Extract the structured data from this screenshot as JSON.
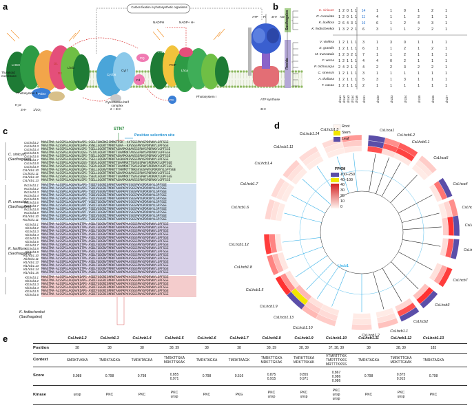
{
  "panels": {
    "a": "a",
    "b": "b",
    "c": "c",
    "d": "d",
    "e": "e"
  },
  "panel_a": {
    "top_box": "Carbon fixation in photosynthetic organisms",
    "labels": {
      "thylakoid": "Thylakoid membrane",
      "ps2": "Photosystem II",
      "cytb6f": "Cytochrome b6/f complex",
      "ps1": "Photosystem I",
      "atp_synthase": "ATP synthase",
      "nadph": "NADPH",
      "nadp": "NADP+ H+",
      "atp": "ATP",
      "pi": "Pi",
      "h_plus": "3H+",
      "adp": "ADP",
      "water": "H₂O",
      "o2": "1/2O₂",
      "twoh": "2H+",
      "twoh2": "2 + 2H+",
      "threeh": "3H+",
      "fnr": "FNR",
      "pc": "PC",
      "pq": "PQ",
      "psbo": "PsbO",
      "lhcb": "Lhcb",
      "lhca": "Lhca",
      "cytb6": "Cyt b6",
      "cytf": "Cyt f",
      "lhcii": "LHCII",
      "fd": "Fd",
      "petf": "PetF",
      "d1": "D1",
      "d2": "D2"
    }
  },
  "panel_b": {
    "groups": [
      "Saxifragales",
      "Rosids"
    ],
    "species": [
      {
        "name": "C. sinicum",
        "highlight": true,
        "lhcb": [
          "1",
          "2",
          "0",
          "1",
          "1"
        ],
        "lhca": [
          "14",
          "1",
          "1",
          "0",
          "1",
          "2",
          "1"
        ]
      },
      {
        "name": "R. crenulata",
        "highlight": false,
        "lhcb": [
          "1",
          "2",
          "0",
          "1",
          "1"
        ],
        "lhca": [
          "11",
          "4",
          "1",
          "1",
          "2",
          "1",
          "1"
        ]
      },
      {
        "name": "K. laxiflora",
        "highlight": false,
        "lhcb": [
          "2",
          "6",
          "4",
          "3",
          "1"
        ],
        "lhca": [
          "16",
          "6",
          "1",
          "2",
          "4",
          "3",
          "1"
        ]
      },
      {
        "name": "K. fedtschenkoi",
        "highlight": false,
        "lhcb": [
          "1",
          "3",
          "2",
          "2",
          "1"
        ],
        "lhca": [
          "6",
          "3",
          "1",
          "1",
          "2",
          "2",
          "1"
        ]
      },
      {
        "name": "V. vinifera",
        "highlight": false,
        "lhcb": [
          "1",
          "2",
          "1",
          "1",
          "1"
        ],
        "lhca": [
          "3",
          "1",
          "3",
          "0",
          "1",
          "1",
          "1"
        ]
      },
      {
        "name": "E. grandis",
        "highlight": false,
        "lhcb": [
          "1",
          "2",
          "1",
          "1",
          "1"
        ],
        "lhca": [
          "6",
          "1",
          "1",
          "2",
          "1",
          "2",
          "1"
        ]
      },
      {
        "name": "M. truncatula",
        "highlight": false,
        "lhcb": [
          "1",
          "2",
          "3",
          "2",
          "1"
        ],
        "lhca": [
          "7",
          "1",
          "1",
          "2",
          "1",
          "1",
          "1"
        ]
      },
      {
        "name": "F. vesca",
        "highlight": false,
        "lhcb": [
          "1",
          "2",
          "1",
          "1",
          "1"
        ],
        "lhca": [
          "4",
          "4",
          "0",
          "2",
          "1",
          "1",
          "1"
        ]
      },
      {
        "name": "P. trichocarpa",
        "highlight": false,
        "lhcb": [
          "2",
          "4",
          "2",
          "1",
          "1"
        ],
        "lhca": [
          "4",
          "2",
          "2",
          "3",
          "2",
          "2",
          "1"
        ]
      },
      {
        "name": "C. sinensis",
        "highlight": false,
        "lhcb": [
          "1",
          "2",
          "1",
          "1",
          "1"
        ],
        "lhca": [
          "3",
          "1",
          "1",
          "1",
          "1",
          "1",
          "1"
        ]
      },
      {
        "name": "A. thaliana",
        "highlight": false,
        "lhcb": [
          "1",
          "2",
          "1",
          "1",
          "1"
        ],
        "lhca": [
          "5",
          "3",
          "1",
          "3",
          "1",
          "1",
          "1"
        ]
      },
      {
        "name": "T. cacao",
        "highlight": false,
        "lhcb": [
          "1",
          "2",
          "1",
          "1",
          "1"
        ],
        "lhca": [
          "2",
          "1",
          "1",
          "1",
          "1",
          "1",
          "1"
        ]
      }
    ],
    "columns": [
      "Lhca1",
      "Lhca2",
      "Lhca3",
      "Lhca4",
      "Lhca6",
      "Lhcb1",
      "Lhcb2",
      "Lhcb3",
      "Lhcb4",
      "Lhcb5",
      "Lhcb6",
      "Lhcb7"
    ],
    "colors": {
      "saxifragales": "#a9d08e",
      "rosids": "#b4a7d6",
      "blue": "#1f6fd1",
      "red": "#d32f2f"
    }
  },
  "panel_c": {
    "stn7": "STN7",
    "positive_site": "Positive selection site",
    "groups": [
      {
        "species": "C. sinicum",
        "clade": "(Saxifragales)"
      },
      {
        "species": "R. crenulata",
        "clade": "(Saxifragales)"
      },
      {
        "species": "K. laxiflora",
        "clade": "(Saxifragales)"
      },
      {
        "species": "K. fedtschenkoi",
        "clade": "(Saxifragales)"
      }
    ],
    "blocks": [
      {
        "color": "#d9ead3",
        "names": [
          "CsLhcb1.2",
          "CsLhcb1.3",
          "CsLhcb1.4",
          "CsLhcb1.5",
          "CsLhcb1.6",
          "CsLhcb1.7",
          "CsLhcb1.8",
          "CsLhcb1.9",
          "CsLhcb1.10",
          "CsLhcb1.11",
          "CsLhcb1.12",
          "CsLhcb1.13"
        ],
        "seq": [
          "MAASTMA-ALSSPSLAGQAVKLAPS-SSELFGNGRKISMRKTVSK--AVTSGSPWYGPDRVKYLGPFSGE",
          "MAASTMA-ALSSPSLAGQAVKLHPS-ASNLLGQGRTTMRKTAGKA--KAVSGSPWYGPDRVKYLGPFSGE",
          "MAASTMA-ALSSPSLAGQAVKLSPS-TSELLGQGRTTMRKTAGKAPKAKAVSGSPWYGPDRVKYLGPFSGE",
          "MAASTMA-ALSSPSLAGQAVKLQGS-TSIVLGQGRTTMRKTTSKAMRKTAVSGSPWYGPDRVKYLGPFSGE",
          "MAASTMA-ALSSPSLAGQAVKLSPS-TSELLGQGRTTMRKTAGKAPKAKAVSGSPWYGPDRVKYLGPFSGE",
          "MAASTMA-ALSSPSLAGQAVKLSPS-TSELLGQGRVTMRKTAAGKAPKSVSGSPWYGPDRVKYLGPFSGE",
          "MAASTMA-ALSSPSLAGQAVKLQGS-TSEVLGQGRTTMRKTTGKAMRKTTSVSGSPWYGPDRVKYLGPFSGE",
          "MAASTMA-ALSSPSLAGQAVKLQGS-TSEVLGQGRTTMRKTTSKAMRKTTSVSGSPWYGPDRVKYLGPFSGE",
          "MAASTMA-ALSSPSLAGQAVKLQPS-TSELLGQGRVTMRKTTTKKMRTTTKKSVSGSPWYGPDRVKYLGPFSGE",
          "MAASTMA-ALSSPSLAGQAVKLSPS-TSELLGQGRTTMRKTAGKAPKAKAVSGSPWYGPDRVKYLGPFSGE",
          "MAASTMA-ALSSPSLAGQAVKLQGS-TSEVLGQGRTTMRKTTGKAMRKTTSVSGSPWYGPDRVKYLGPFSGE",
          "MAASTMA-ALSSPSLAGQAVKLSPS-TSELLGQGRTTMRKTAGKAPKAKAVSGSPWYGPDRVKYLGPFSGE"
        ]
      },
      {
        "color": "#d0e0f0",
        "names": [
          "RcLhcb1.1",
          "RcLhcb1.2",
          "RcLhcb1.3",
          "RcLhcb1.4",
          "RcLhcb1.5",
          "RcLhcb1.6",
          "RcLhcb1.7",
          "RcLhcb1.8",
          "RcLhcb1.9",
          "RcLhcb1.10",
          "RcLhcb1.11"
        ],
        "seq": [
          "MAASTMA-ALSSPSLAGQAVKLAPS-TSDIFGEGRISMRKTAAKPKPVSSGSPWYGPDRVKYLGPFSGE",
          "MAASTMA-ALSSPSLAGQAVKLAPS-TSDIVGEGRITMRKTAAKPKPVSSGSPWYGPDRVKYLGPFSGE",
          "MAASTMA-ALSSPSLAGQAVKLAPS-TSDIVGEGRVTMRKTAAKPKPVSSGSPWYGPDRVKYLGPFSGE",
          "MAASTMA-ALSSPSLAGQAVKLAPS-TSDIVGEGRITMRKTAAKPKPVSSGSPWYGPDRVKYLGPFSGE",
          "MAASTMA-ALSSPSLAGQAVKLAPS-TSDIVGEGRITMRKTAAKPKPVSSGSPWYGPDRVKYLGPFSGE",
          "MAASTMA-ALSSPSLAGQAVKLAPT-VSDIFGDGRVTMRKTAAKPKPVSSGSPWYGPDRVKYLGPFSGE",
          "MAASTMA-ALSSPSLAGQAVKLAPT-VSDIFGDGRVTMRKTAAKPKPVSSGSPWYGPDRVKYLGPFSGE",
          "MAASTMA-ALSSPSLAGQAVKLAPS-TSDIVGEGRITMRKTAAKPKPVSSGSPWYGPDRVKYLGPFSGE",
          "MAASTMA-ALSSPSLAGQAVKLAPT-VSDIFGDGRVTMRKTAAKPKPVSSGSPWYGPDRVKYLGPFSGE",
          "MAASTMA-ALSSPSLAGQAVKLAPS-TSDIVGEGRITMRKTAAKPKPVSSGSPWYGPDRVKYLGPFSGE",
          "MAASTMA-ALSSPSLAGQAVKLAPS-TSDIVGEGRITMRKTAAKPKPVSSGSPWYGPDRVKYLGPFSGE"
        ]
      },
      {
        "color": "#d9d2e9",
        "names": [
          "KlLhcb1.1",
          "KlLhcb1.2",
          "KlLhcb1.3",
          "KlLhcb1.4",
          "KlLhcb1.5",
          "KlLhcb1.6",
          "KlLhcb1.7",
          "KlLhcb1.8",
          "KlLhcb1.9",
          "KlLhcb1.10",
          "KlLhcb1.11",
          "KlLhcb1.12",
          "KlLhcb1.13",
          "KlLhcb1.14",
          "KlLhcb1.15"
        ],
        "seq": [
          "MAASTMA-ALSSPSLAGQAVKITPA-ASDLFGDGRVTMRKTAAKPKPAASSGSPWYGPDRVKYLGPFSGE",
          "MAASTMA-ALSSPSLAGQAVKITPA-ASDLFGDGRVTMRKTAAKPKPAASSGSPWYGPDRVKYLGPFSGE",
          "MAASTMA-ALSSPSLAGQAVKITPA-ASDLFGDGRVTMRKTAAKPKPAASSGSPWYGPDRVKYLGPFSGE",
          "MAASTMA-ALSSPSLAGQAVKITPA-ASDLFGDGRVTMRKTAAKPKPAASSGSPWYGPDRVKYLGPFSGE",
          "MAASTMA-ALSSPSLAGQAVKITPA-ASDLFGDGRVTMRKTAAKPKPAASSGSPWYGPDRVKYLGPFSGE",
          "MAASTMA-ALSSPSLAGQAVKITPA-ASDLFGDGRVTMRKTAAKPKPAASSGSPWYGPDRVKYLGPFSGE",
          "MAASTMA-ALSSPSLAGQAVKITPA-ASDLFGDGRVTMRKTAAKPKPAASSGSPWYGPDRVKYLGPFSGE",
          "MAASTMA-ALSSPSLAGQAVKITPA-ASDLFGDGRVTMRKTAAKPKPAASSGSPWYGPDRVKYLGPFSGE",
          "MAASTMA-ALSSPSLAGQAVKITPA-ASDLFGDGRVTMRKTAAKPKPAASSGSPWYGPDRVKYLGPFSGE",
          "MAASTMA-ALSSPSLAGQAVKITPA-ASDLFGDGRVTMRKTAAKPKPAASSGSPWYGPDRVKYLGPFSGE",
          "MAASTMA-ALSSPSLAGQAVKITPA-ASDLFGDGRVTMRKTAAKPKPAASSGSPWYGPDRVKYLGPFSGE",
          "MAASTMA-ALSSPSLAGQAVKITPA-ASDLFGDGRVTMRKTAAKPKPAASSGSPWYGPDRVKYLGPFSGE",
          "MAASTMA-ALSSPSLAGQAVKITPA-ASDLFGDGRVTMRKTAAKPKPAASSGSPWYGPDRVKYLGPFSGE",
          "MAASTMA-ALSSPSLAGQAVKITPA-ASDLFGDGRVTMRKTAAKPKPAASSGSPWYGPDRVKYLGPFSGE",
          "MAASTMA-ALSSPSLAGQAVKITPA-ASDLFGDGRVTMRKTAAKPKPAASSGSPWYGPDRVKYLGPFSGE"
        ]
      },
      {
        "color": "#f4cccc",
        "names": [
          "KfLhcb1.1",
          "KfLhcb1.2",
          "KfLhcb1.3",
          "KfLhcb1.4",
          "KfLhcb1.5",
          "KfLhcb1.6"
        ],
        "seq": [
          "MAASTMA-ALSSPSLAGQAVKIAPS-ASDIFGEGRISMRKTAAKPKPVASSGSPWYGPDRVKYLGPFSGE",
          "MAASTMA-ALSSPSLAGQAVKIAPS-ASDIFGEGRISMRKTAAKPKPVASSGSPWYGPDRVKYLGPFSGE",
          "MAASTMA-ALSSPSLAGQAVKIAPS-ASDIFGEGRISMRKTAAKPKPVASSGSPWYGPDRVKYLGPFSGE",
          "MAASTMA-ALSSPSLAGQAVKIAPS-ASDIFGEGRISMRKTAAKPKPVASSGSPWYGPDRVKYLGPFSGE",
          "MAASTMA-ALSSPSLAGQAVKIAPS-ASDIFGEGRISMRKTAAKPKPVASSGSPWYGPDRVKYLGPFSGE",
          "MAASTMA-ALSSPSLAGQAVKIAPS-ASDIFGEGRISMRKTAAKPKPVASSGSPWYGPDRVKYLGPFSGE"
        ]
      }
    ]
  },
  "panel_d": {
    "tracks": [
      "Root",
      "Stem",
      "Leaf"
    ],
    "legend_title": "FPKM",
    "legend_cats": [
      "100–250",
      "40–100"
    ],
    "legend_ticks": [
      "40",
      "30",
      "20",
      "10",
      "0"
    ],
    "center_label": "Lhcb1",
    "colors": {
      "high": "#5b4ea8",
      "mid": "#f2e600",
      "blue_tree": "#34b0e8"
    },
    "genes": [
      {
        "name": "CsLhca1",
        "angle": 80,
        "root": 32,
        "stem": 120,
        "leaf": 150
      },
      {
        "name": "CsLhcb6.2",
        "angle": 70,
        "root": 5,
        "stem": 30,
        "leaf": 20
      },
      {
        "name": "CsLhcb6.1",
        "angle": 61,
        "root": 3,
        "stem": 35,
        "leaf": 30
      },
      {
        "name": "CsLhca5",
        "angle": 46,
        "root": 2,
        "stem": 3,
        "leaf": 8
      },
      {
        "name": "CsLhca4",
        "angle": 28,
        "root": 3,
        "stem": 25,
        "leaf": 120
      },
      {
        "name": "CsLhca2.2",
        "angle": 14,
        "root": 2,
        "stem": 6,
        "leaf": 20
      },
      {
        "name": "CsLhca2",
        "angle": 4,
        "root": 8,
        "stem": 38,
        "leaf": 160
      },
      {
        "name": "CsLhca3",
        "angle": -10,
        "root": 5,
        "stem": 30,
        "leaf": 130
      },
      {
        "name": "CsLhcb7",
        "angle": -28,
        "root": 4,
        "stem": 15,
        "leaf": 36
      },
      {
        "name": "CsLhcb3",
        "angle": -45,
        "root": 10,
        "stem": 38,
        "leaf": 140
      },
      {
        "name": "CsLhcb2",
        "angle": -60,
        "root": 6,
        "stem": 32,
        "leaf": 130
      },
      {
        "name": "CsLhcb1.1",
        "angle": -74,
        "root": 2,
        "stem": 4,
        "leaf": 10
      },
      {
        "name": "CsLhcb1.2",
        "angle": -90,
        "root": 2,
        "stem": 3,
        "leaf": 6
      },
      {
        "name": "CsLhcb1.10",
        "angle": -112,
        "root": 3,
        "stem": 5,
        "leaf": 8
      },
      {
        "name": "CsLhcb1.13",
        "angle": -124,
        "root": 4,
        "stem": 8,
        "leaf": 12
      },
      {
        "name": "CsLhcb1.9",
        "angle": -134,
        "root": 12,
        "stem": 60,
        "leaf": 160
      },
      {
        "name": "CsLhcb1.5",
        "angle": -146,
        "root": 4,
        "stem": 20,
        "leaf": 38
      },
      {
        "name": "CsLhcb1.8",
        "angle": -160,
        "root": 3,
        "stem": 12,
        "leaf": 22
      },
      {
        "name": "CsLhcb1.12",
        "angle": -173,
        "root": 3,
        "stem": 22,
        "leaf": 36
      },
      {
        "name": "CsLhcb1.6",
        "angle": 166,
        "root": 2,
        "stem": 4,
        "leaf": 6
      },
      {
        "name": "CsLhcb1.7",
        "angle": 152,
        "root": 2,
        "stem": 3,
        "leaf": 5
      },
      {
        "name": "CsLhcb1.4",
        "angle": 138,
        "root": 2,
        "stem": 4,
        "leaf": 7
      },
      {
        "name": "CsLhcb1.11",
        "angle": 124,
        "root": 2,
        "stem": 3,
        "leaf": 5
      },
      {
        "name": "CsLhcb1.14",
        "angle": 108,
        "root": 2,
        "stem": 3,
        "leaf": 5
      },
      {
        "name": "CsLhcb1.3",
        "angle": 96,
        "root": 3,
        "stem": 8,
        "leaf": 18
      }
    ]
  },
  "panel_e": {
    "row_headers": [
      "Position",
      "Context",
      "Score",
      "Kinase"
    ],
    "columns": [
      {
        "gene": "CsLhcb1.2",
        "position": "38",
        "context": "SMRKTVKKA",
        "score": "0.988",
        "kinase": "unsp"
      },
      {
        "gene": "CsLhcb1.3",
        "position": "38",
        "context": "TMRKTAGKA",
        "score": "0.798",
        "kinase": "PKC"
      },
      {
        "gene": "CsLhcb1.4",
        "position": "38",
        "context": "TMRKTAGKA",
        "score": "0.798",
        "kinase": "PKC"
      },
      {
        "gene": "CsLhcb1.5",
        "position": "38, 39",
        "context": "TMRKTTSKA\nMRKTTSKAK",
        "score": "0.855\n0.971",
        "kinase": "PKC\nunsp"
      },
      {
        "gene": "CsLhcb1.6",
        "position": "38",
        "context": "TMRKTAGKA",
        "score": "0.798",
        "kinase": "PKC"
      },
      {
        "gene": "CsLhcb1.7",
        "position": "38",
        "context": "TMRKTAAGK",
        "score": "0.516",
        "kinase": "PKG"
      },
      {
        "gene": "CsLhcb1.8",
        "position": "38, 39",
        "context": "TMRKTTGKA\nMRKTTGKAK",
        "score": "0.875\n0.915",
        "kinase": "PKC\nunsp"
      },
      {
        "gene": "CsLhcb1.9",
        "position": "38, 39",
        "context": "TMRKTTSKA\nMRKTTSKAK",
        "score": "0.855\n0.971",
        "kinase": "PKC\nunsp"
      },
      {
        "gene": "CsLhcb1.10",
        "position": "37, 38, 39",
        "context": "VTMRTTTKK\nTMRTTTKKS\nMRTTTKKSS",
        "score": "0.867\n0.986\n0.986",
        "kinase": "PKC\nunsp\nunsp"
      },
      {
        "gene": "CsLhcb1.11",
        "position": "38",
        "context": "TMRKTAGKA",
        "score": "0.798",
        "kinase": "PKC"
      },
      {
        "gene": "CsLhcb1.12",
        "position": "38, 39",
        "context": "TMRKTTGKA\nMRKTTGKAK",
        "score": "0.875\n0.915",
        "kinase": "PKC\nunsp"
      },
      {
        "gene": "CsLhcb1.13",
        "position": "183",
        "context": "TMRKTAGKA",
        "score": "0.798",
        "kinase": "PKC"
      }
    ]
  }
}
